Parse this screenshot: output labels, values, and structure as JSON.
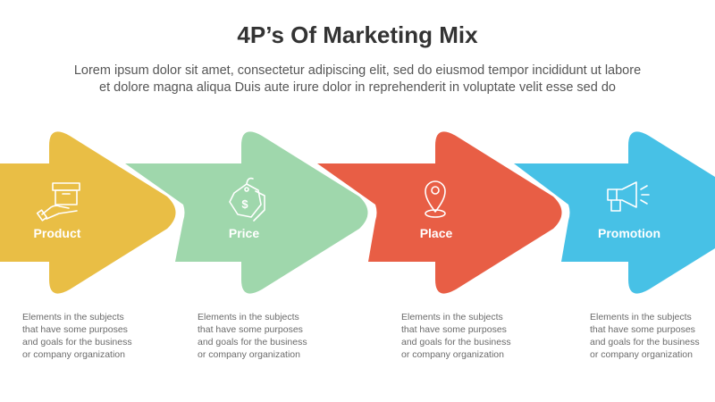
{
  "title": "4P’s Of Marketing Mix",
  "subtitle": {
    "line1": "Lorem ipsum dolor sit amet, consectetur adipiscing elit, sed do eiusmod tempor incididunt ut labore",
    "line2": "et dolore magna aliqua Duis aute irure dolor in reprehenderit in voluptate velit esse sed do"
  },
  "steps": [
    {
      "label": "Product",
      "icon": "box-in-hand-icon",
      "color": "#E9BE45",
      "desc": [
        "Elements in the subjects",
        "that have some purposes",
        "and goals for the  business",
        "or company organization"
      ]
    },
    {
      "label": "Price",
      "icon": "price-tag-icon",
      "color": "#9FD7AC",
      "desc": [
        "Elements in the subjects",
        "that have some purposes",
        "and goals for the  business",
        "or company organization"
      ]
    },
    {
      "label": "Place",
      "icon": "map-pin-icon",
      "color": "#E85E45",
      "desc": [
        "Elements in the subjects",
        "that have some purposes",
        "and goals for the  business",
        "or company organization"
      ]
    },
    {
      "label": "Promotion",
      "icon": "megaphone-icon",
      "color": "#47C1E6",
      "desc": [
        "Elements in the subjects",
        "that have some purposes",
        "and goals for the  business",
        "or company organization"
      ]
    }
  ]
}
